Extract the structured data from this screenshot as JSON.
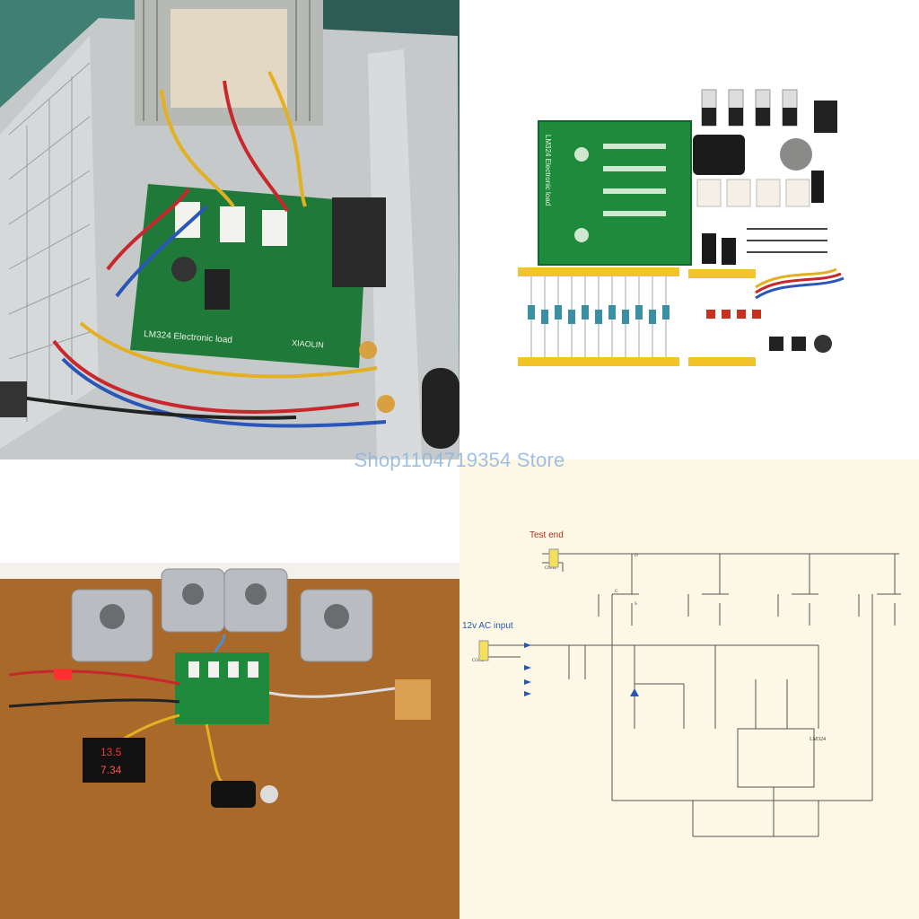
{
  "watermark": {
    "text": "Shop1104719354 Store"
  },
  "photo_top_left": {
    "board_label": "LM324 Electronic load",
    "signature": "XIAOLIN",
    "colors": {
      "pcb": "#1f7a3a",
      "case": "#bfc3c4",
      "wire_red": "#c8282c",
      "wire_blue": "#2a56b8",
      "wire_yellow": "#e2b020"
    }
  },
  "photo_top_right": {
    "board_label": "LM324 Electronic load",
    "colors": {
      "pcb": "#1e8a3c",
      "resistor": "#3a8fa0",
      "tape": "#f2c42a"
    }
  },
  "photo_bottom_left": {
    "meter_top": "13.5",
    "meter_bottom": "7.34",
    "colors": {
      "table": "#a8692a",
      "heatsink": "#b9bcc0",
      "pcb": "#1f8a3c",
      "led_red": "#ff3030"
    }
  },
  "schematic": {
    "test_end_label": "Test end",
    "ac_input_label": "12v AC input",
    "ic_label": "LM324",
    "connectors": [
      "CON2",
      "CON2"
    ],
    "labels": [
      "G",
      "S",
      "D"
    ]
  }
}
